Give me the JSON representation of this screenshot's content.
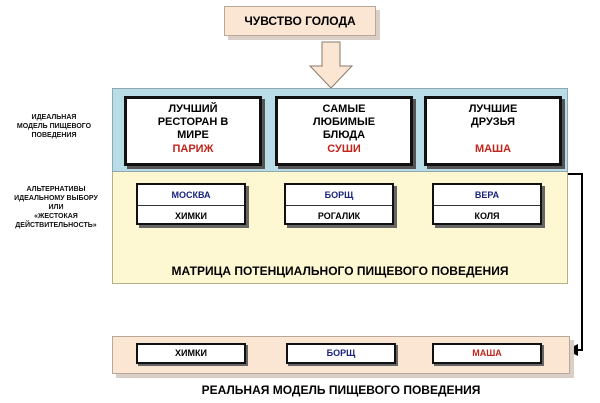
{
  "top": {
    "hunger": "ЧУВСТВО ГОЛОДА"
  },
  "ideal": {
    "label": [
      "ИДЕАЛЬНАЯ",
      "МОДЕЛЬ ПИЩЕВОГО",
      "ПОВЕДЕНИЯ"
    ],
    "cards": [
      {
        "lines": [
          "ЛУЧШИЙ",
          "РЕСТОРАН В",
          "МИРЕ"
        ],
        "accent": "ПАРИЖ"
      },
      {
        "lines": [
          "САМЫЕ",
          "ЛЮБИМЫЕ",
          "БЛЮДА"
        ],
        "accent": "СУШИ"
      },
      {
        "lines": [
          "ЛУЧШИЕ",
          "ДРУЗЬЯ",
          ""
        ],
        "accent": "МАША"
      }
    ]
  },
  "alternatives": {
    "label": [
      "АЛЬТЕРНАТИВЫ",
      "ИДЕАЛЬНОМУ ВЫБОРУ",
      "ИЛИ",
      "«ЖЕСТОКАЯ",
      "ДЕЙСТВИТЕЛЬНОСТЬ»"
    ],
    "cards": [
      {
        "first": "МОСКВА",
        "second": "ХИМКИ"
      },
      {
        "first": "БОРЩ",
        "second": "РОГАЛИК"
      },
      {
        "first": "ВЕРА",
        "second": "КОЛЯ"
      }
    ]
  },
  "matrix_title": "МАТРИЦА ПОТЕНЦИАЛЬНОГО ПИЩЕВОГО ПОВЕДЕНИЯ",
  "real": {
    "items": [
      "ХИМКИ",
      "БОРЩ",
      "МАША"
    ],
    "title": "РЕАЛЬНАЯ  МОДЕЛЬ ПИЩЕВОГО ПОВЕДЕНИЯ"
  },
  "colors": {
    "accent_red": "#c0261c",
    "accent_blue": "#1a237e",
    "peach": "#fbe6d4",
    "cream": "#fdf8d2",
    "blue": "#b9dde6"
  }
}
